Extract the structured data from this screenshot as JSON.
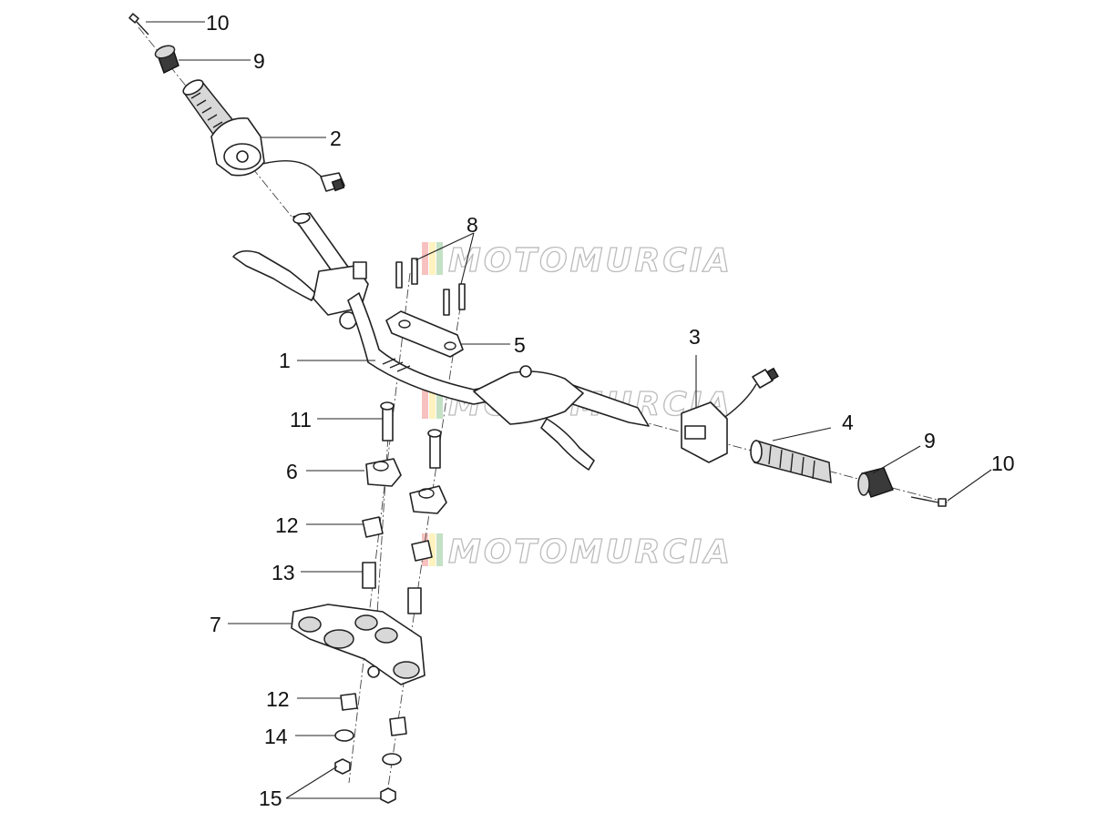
{
  "watermark": {
    "text": "MOTOMURCIA",
    "stripe_colors": [
      "#e53935",
      "#fdd835",
      "#43a047"
    ]
  },
  "callouts": {
    "c1": "1",
    "c2": "2",
    "c3": "3",
    "c4": "4",
    "c5": "5",
    "c6": "6",
    "c7": "7",
    "c8": "8",
    "c9a": "9",
    "c9b": "9",
    "c10a": "10",
    "c10b": "10",
    "c11": "11",
    "c12a": "12",
    "c12b": "12",
    "c13": "13",
    "c14": "14",
    "c15": "15"
  }
}
